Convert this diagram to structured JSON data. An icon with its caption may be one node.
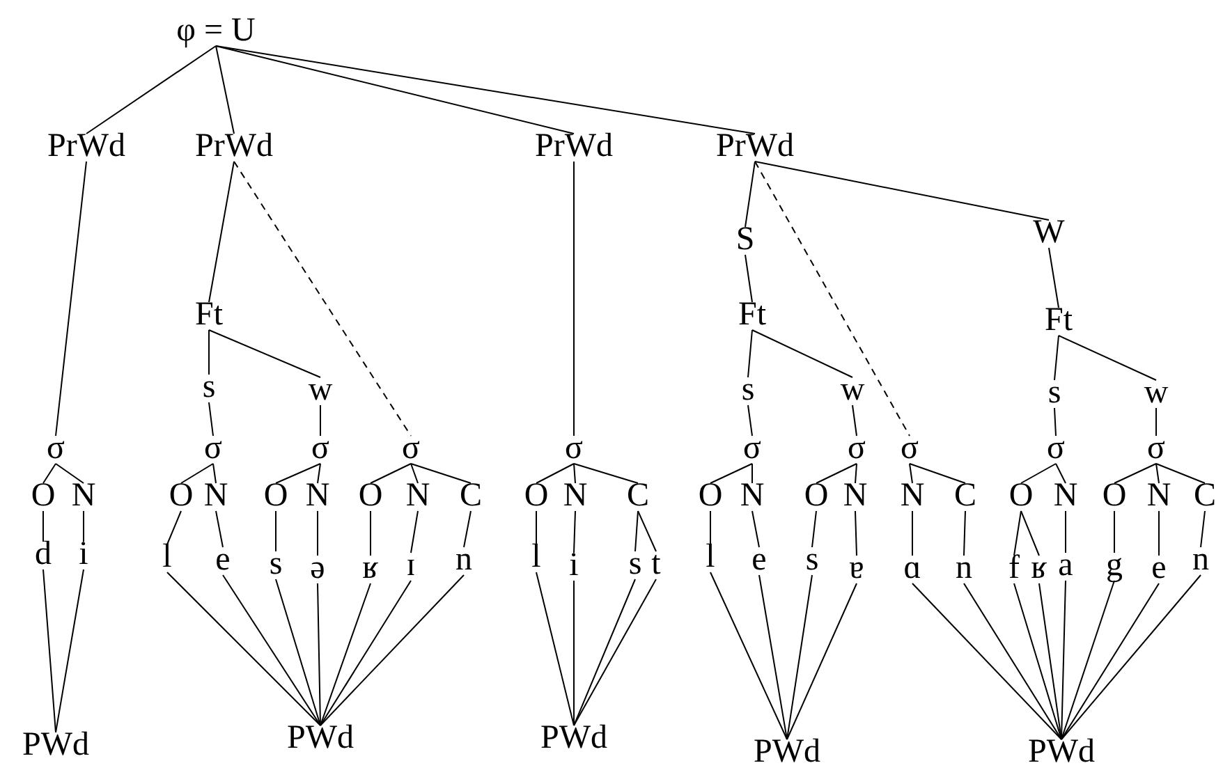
{
  "diagram": {
    "nodes": [
      {
        "text": [
          "φ = U"
        ]
      },
      {
        "text": [
          "PrWd"
        ]
      },
      {
        "text": [
          "PrWd"
        ]
      },
      {
        "text": [
          "PrWd"
        ]
      },
      {
        "text": [
          "PrWd"
        ]
      },
      {
        "text": [
          "S"
        ]
      },
      {
        "text": [
          "W"
        ]
      },
      {
        "text": [
          "Ft"
        ]
      },
      {
        "text": [
          "Ft"
        ]
      },
      {
        "text": [
          "Ft"
        ]
      },
      {
        "text": [
          "s"
        ]
      },
      {
        "text": [
          "w"
        ]
      },
      {
        "text": [
          "s"
        ]
      },
      {
        "text": [
          "w"
        ]
      },
      {
        "text": [
          "s"
        ]
      },
      {
        "text": [
          "w"
        ]
      },
      {
        "text": [
          "σ"
        ]
      },
      {
        "text": [
          "σ"
        ]
      },
      {
        "text": [
          "σ"
        ]
      },
      {
        "text": [
          "σ"
        ]
      },
      {
        "text": [
          "σ"
        ]
      },
      {
        "text": [
          "σ"
        ]
      },
      {
        "text": [
          "σ"
        ]
      },
      {
        "text": [
          "σ"
        ]
      },
      {
        "text": [
          "σ"
        ]
      },
      {
        "text": [
          "σ"
        ]
      },
      {
        "text": [
          "O"
        ]
      },
      {
        "text": [
          "N"
        ]
      },
      {
        "text": [
          "O"
        ]
      },
      {
        "text": [
          "N"
        ]
      },
      {
        "text": [
          "O"
        ]
      },
      {
        "text": [
          "N"
        ]
      },
      {
        "text": [
          "O"
        ]
      },
      {
        "text": [
          "N"
        ]
      },
      {
        "text": [
          "C"
        ]
      },
      {
        "text": [
          "O"
        ]
      },
      {
        "text": [
          "N"
        ]
      },
      {
        "text": [
          "C"
        ]
      },
      {
        "text": [
          "O"
        ]
      },
      {
        "text": [
          "N"
        ]
      },
      {
        "text": [
          "O"
        ]
      },
      {
        "text": [
          "N"
        ]
      },
      {
        "text": [
          "N"
        ]
      },
      {
        "text": [
          "C"
        ]
      },
      {
        "text": [
          "O"
        ]
      },
      {
        "text": [
          "N"
        ]
      },
      {
        "text": [
          "O"
        ]
      },
      {
        "text": [
          "N"
        ]
      },
      {
        "text": [
          "C"
        ]
      },
      {
        "text": [
          "d"
        ]
      },
      {
        "text": [
          "i"
        ]
      },
      {
        "text": [
          "l"
        ]
      },
      {
        "text": [
          "e"
        ]
      },
      {
        "text": [
          "s"
        ]
      },
      {
        "text": [
          "ə"
        ]
      },
      {
        "text": [
          "ʁ"
        ]
      },
      {
        "text": [
          "ɪ"
        ]
      },
      {
        "text": [
          "n"
        ]
      },
      {
        "text": [
          "l"
        ]
      },
      {
        "text": [
          "i"
        ]
      },
      {
        "text": [
          "s"
        ]
      },
      {
        "text": [
          "t"
        ]
      },
      {
        "text": [
          "l"
        ]
      },
      {
        "text": [
          "e"
        ]
      },
      {
        "text": [
          "s"
        ]
      },
      {
        "text": [
          "ɐ"
        ]
      },
      {
        "text": [
          "ɑ"
        ]
      },
      {
        "text": [
          "n"
        ]
      },
      {
        "text": [
          "f"
        ]
      },
      {
        "text": [
          "ʁ"
        ]
      },
      {
        "text": [
          "a"
        ]
      },
      {
        "text": [
          "g"
        ]
      },
      {
        "text": [
          "e"
        ]
      },
      {
        "text": [
          "n"
        ]
      },
      {
        "text": [
          "PWd"
        ]
      },
      {
        "text": [
          "PWd"
        ]
      },
      {
        "text": [
          "PWd"
        ]
      },
      {
        "text": [
          "PWd"
        ]
      },
      {
        "text": [
          "PWd"
        ]
      }
    ],
    "edges": [
      {
        "from": 0,
        "to": 1,
        "arrow": "none"
      },
      {
        "from": 0,
        "to": 2,
        "arrow": "none"
      },
      {
        "from": 0,
        "to": 3,
        "arrow": "none"
      },
      {
        "from": 0,
        "to": 4,
        "arrow": "none"
      },
      {
        "from": 1,
        "to": 16,
        "arrow": "none"
      },
      {
        "from": 2,
        "to": 7,
        "arrow": "none"
      },
      {
        "from": 2,
        "to": 19,
        "arrow": "none",
        "style": "dashed"
      },
      {
        "from": 3,
        "to": 20,
        "arrow": "none"
      },
      {
        "from": 4,
        "to": 5,
        "arrow": "none"
      },
      {
        "from": 4,
        "to": 6,
        "arrow": "none"
      },
      {
        "from": 4,
        "to": 23,
        "arrow": "none",
        "style": "dashed"
      },
      {
        "from": 5,
        "to": 8,
        "arrow": "none"
      },
      {
        "from": 6,
        "to": 9,
        "arrow": "none"
      },
      {
        "from": 7,
        "to": 10,
        "arrow": "none"
      },
      {
        "from": 7,
        "to": 11,
        "arrow": "none"
      },
      {
        "from": 8,
        "to": 12,
        "arrow": "none"
      },
      {
        "from": 8,
        "to": 13,
        "arrow": "none"
      },
      {
        "from": 9,
        "to": 14,
        "arrow": "none"
      },
      {
        "from": 9,
        "to": 15,
        "arrow": "none"
      },
      {
        "from": 10,
        "to": 17,
        "arrow": "none"
      },
      {
        "from": 11,
        "to": 18,
        "arrow": "none"
      },
      {
        "from": 12,
        "to": 21,
        "arrow": "none"
      },
      {
        "from": 13,
        "to": 22,
        "arrow": "none"
      },
      {
        "from": 14,
        "to": 24,
        "arrow": "none"
      },
      {
        "from": 15,
        "to": 25,
        "arrow": "none"
      },
      {
        "from": 16,
        "to": 26,
        "arrow": "none"
      },
      {
        "from": 16,
        "to": 27,
        "arrow": "none"
      },
      {
        "from": 17,
        "to": 28,
        "arrow": "none"
      },
      {
        "from": 17,
        "to": 29,
        "arrow": "none"
      },
      {
        "from": 18,
        "to": 30,
        "arrow": "none"
      },
      {
        "from": 18,
        "to": 31,
        "arrow": "none"
      },
      {
        "from": 19,
        "to": 32,
        "arrow": "none"
      },
      {
        "from": 19,
        "to": 33,
        "arrow": "none"
      },
      {
        "from": 19,
        "to": 34,
        "arrow": "none"
      },
      {
        "from": 20,
        "to": 35,
        "arrow": "none"
      },
      {
        "from": 20,
        "to": 36,
        "arrow": "none"
      },
      {
        "from": 20,
        "to": 37,
        "arrow": "none"
      },
      {
        "from": 21,
        "to": 38,
        "arrow": "none"
      },
      {
        "from": 21,
        "to": 39,
        "arrow": "none"
      },
      {
        "from": 22,
        "to": 40,
        "arrow": "none"
      },
      {
        "from": 22,
        "to": 41,
        "arrow": "none"
      },
      {
        "from": 23,
        "to": 42,
        "arrow": "none"
      },
      {
        "from": 23,
        "to": 43,
        "arrow": "none"
      },
      {
        "from": 24,
        "to": 44,
        "arrow": "none"
      },
      {
        "from": 24,
        "to": 45,
        "arrow": "none"
      },
      {
        "from": 25,
        "to": 46,
        "arrow": "none"
      },
      {
        "from": 25,
        "to": 47,
        "arrow": "none"
      },
      {
        "from": 25,
        "to": 48,
        "arrow": "none"
      },
      {
        "from": 26,
        "to": 49,
        "arrow": "none"
      },
      {
        "from": 27,
        "to": 50,
        "arrow": "none"
      },
      {
        "from": 28,
        "to": 51,
        "arrow": "none"
      },
      {
        "from": 29,
        "to": 52,
        "arrow": "none"
      },
      {
        "from": 30,
        "to": 53,
        "arrow": "none"
      },
      {
        "from": 31,
        "to": 54,
        "arrow": "none"
      },
      {
        "from": 32,
        "to": 55,
        "arrow": "none"
      },
      {
        "from": 33,
        "to": 56,
        "arrow": "none"
      },
      {
        "from": 34,
        "to": 57,
        "arrow": "none"
      },
      {
        "from": 35,
        "to": 58,
        "arrow": "none"
      },
      {
        "from": 36,
        "to": 59,
        "arrow": "none"
      },
      {
        "from": 37,
        "to": 60,
        "arrow": "none"
      },
      {
        "from": 37,
        "to": 61,
        "arrow": "none"
      },
      {
        "from": 38,
        "to": 62,
        "arrow": "none"
      },
      {
        "from": 39,
        "to": 63,
        "arrow": "none"
      },
      {
        "from": 40,
        "to": 64,
        "arrow": "none"
      },
      {
        "from": 41,
        "to": 65,
        "arrow": "none"
      },
      {
        "from": 42,
        "to": 66,
        "arrow": "none"
      },
      {
        "from": 43,
        "to": 67,
        "arrow": "none"
      },
      {
        "from": 44,
        "to": 68,
        "arrow": "none"
      },
      {
        "from": 44,
        "to": 69,
        "arrow": "none"
      },
      {
        "from": 45,
        "to": 70,
        "arrow": "none"
      },
      {
        "from": 46,
        "to": 71,
        "arrow": "none"
      },
      {
        "from": 47,
        "to": 72,
        "arrow": "none"
      },
      {
        "from": 48,
        "to": 73,
        "arrow": "none"
      },
      {
        "from": 49,
        "to": 74,
        "arrow": "none"
      },
      {
        "from": 50,
        "to": 74,
        "arrow": "none"
      },
      {
        "from": 51,
        "to": 75,
        "arrow": "none"
      },
      {
        "from": 52,
        "to": 75,
        "arrow": "none"
      },
      {
        "from": 53,
        "to": 75,
        "arrow": "none"
      },
      {
        "from": 54,
        "to": 75,
        "arrow": "none"
      },
      {
        "from": 55,
        "to": 75,
        "arrow": "none"
      },
      {
        "from": 56,
        "to": 75,
        "arrow": "none"
      },
      {
        "from": 57,
        "to": 75,
        "arrow": "none"
      },
      {
        "from": 58,
        "to": 76,
        "arrow": "none"
      },
      {
        "from": 59,
        "to": 76,
        "arrow": "none"
      },
      {
        "from": 60,
        "to": 76,
        "arrow": "none"
      },
      {
        "from": 61,
        "to": 76,
        "arrow": "none"
      },
      {
        "from": 62,
        "to": 77,
        "arrow": "none"
      },
      {
        "from": 63,
        "to": 77,
        "arrow": "none"
      },
      {
        "from": 64,
        "to": 77,
        "arrow": "none"
      },
      {
        "from": 65,
        "to": 77,
        "arrow": "none"
      },
      {
        "from": 66,
        "to": 78,
        "arrow": "none"
      },
      {
        "from": 67,
        "to": 78,
        "arrow": "none"
      },
      {
        "from": 68,
        "to": 78,
        "arrow": "none"
      },
      {
        "from": 69,
        "to": 78,
        "arrow": "none"
      },
      {
        "from": 70,
        "to": 78,
        "arrow": "none"
      },
      {
        "from": 71,
        "to": 78,
        "arrow": "none"
      },
      {
        "from": 72,
        "to": 78,
        "arrow": "none"
      },
      {
        "from": 73,
        "to": 78,
        "arrow": "none"
      }
    ]
  }
}
